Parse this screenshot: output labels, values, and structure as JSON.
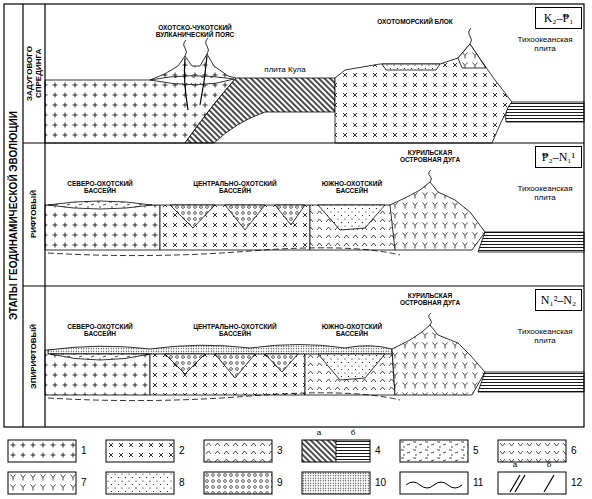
{
  "diagram": {
    "title": "ЭТАПЫ ГЕОДИНАМИЧЕСКОЙ ЭВОЛЮЦИИ",
    "nodes": [
      {
        "text": [
          "ЗАДУГОВОГО СПРЕДИНГА"
        ]
      },
      {
        "text": [
          "K₂–₱₁"
        ]
      },
      {
        "text": [
          "РИФТОВЫЙ"
        ]
      },
      {
        "text": [
          "₱₂–N₁¹"
        ]
      },
      {
        "text": [
          "ЭПИРИФТОВЫЙ"
        ]
      },
      {
        "text": [
          "N₁²–N₂"
        ]
      }
    ],
    "labels": [
      "ОХОТСКО-ЧУКОТСКИЙ ВУЛКАНИЧЕСКИЙ ПОЯС",
      "ОХОТОМОРСКИЙ БЛОК",
      "плита Кула",
      "Тихоокеанская плита",
      "СЕВЕРО-ОХОТСКИЙ БАССЕЙН",
      "ЦЕНТРАЛЬНО-ОХОТСКИЙ БАССЕЙН",
      "ЮЖНО-ОХОТСКИЙ БАССЕЙН",
      "КУРИЛЬСКАЯ ОСТРОВНАЯ ДУГА",
      "Тихоокеанская плита",
      "СЕВЕРО-ОХОТСКИЙ БАССЕЙН",
      "ЦЕНТРАЛЬНО-ОХОТСКИЙ БАССЕЙН",
      "ЮЖНО-ОХОТСКИЙ БАССЕЙН",
      "КУРИЛЬСКАЯ ОСТРОВНАЯ ДУГА",
      "Тихоокеанская плита",
      "а",
      "б",
      "а",
      "б"
    ],
    "legend": [
      {
        "text": "1"
      },
      {
        "text": "2"
      },
      {
        "text": "3"
      },
      {
        "text": "4"
      },
      {
        "text": "5"
      },
      {
        "text": "6"
      },
      {
        "text": "7"
      },
      {
        "text": "8"
      },
      {
        "text": "9"
      },
      {
        "text": "10"
      },
      {
        "text": "11"
      },
      {
        "text": "12"
      }
    ]
  }
}
